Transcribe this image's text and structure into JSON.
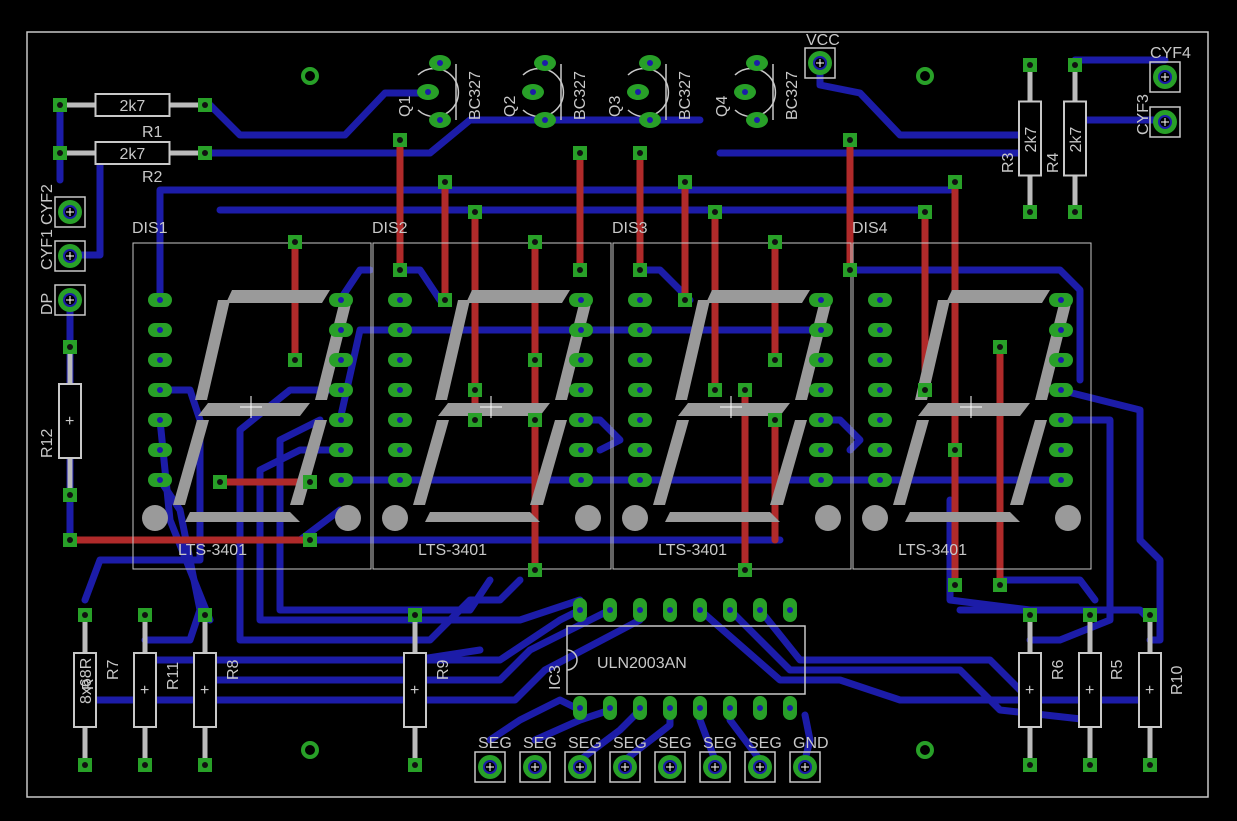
{
  "colors": {
    "background": "#000000",
    "outline": "#c8c8c8",
    "bottom_trace": "#1c1ca8",
    "top_trace": "#b02a2a",
    "pad": "#28a028",
    "silk": "#c8c8c8",
    "segment": "#9a9a9a"
  },
  "displays": [
    {
      "name": "DIS1",
      "part": "LTS-3401"
    },
    {
      "name": "DIS2",
      "part": "LTS-3401"
    },
    {
      "name": "DIS3",
      "part": "LTS-3401"
    },
    {
      "name": "DIS4",
      "part": "LTS-3401"
    }
  ],
  "transistors": [
    {
      "name": "Q1",
      "part": "BC327"
    },
    {
      "name": "Q2",
      "part": "BC327"
    },
    {
      "name": "Q3",
      "part": "BC327"
    },
    {
      "name": "Q4",
      "part": "BC327"
    }
  ],
  "resistors_top": [
    {
      "name": "R1",
      "value": "2k7"
    },
    {
      "name": "R2",
      "value": "2k7"
    },
    {
      "name": "R3",
      "value": "2k7"
    },
    {
      "name": "R4",
      "value": "2k7"
    }
  ],
  "resistors_bottom": [
    "R7",
    "R11",
    "R8",
    "R9",
    "R6",
    "R5",
    "R10"
  ],
  "resistor_network": {
    "name": "R",
    "value": "8x68R"
  },
  "resistor_dp": "R12",
  "ic": {
    "name": "IC3",
    "part": "ULN2003AN"
  },
  "connectors": {
    "vcc": "VCC",
    "cyf1": "CYF1",
    "cyf2": "CYF2",
    "dp": "DP",
    "cyf3": "CYF3",
    "cyf4": "CYF4",
    "segs": [
      "SEG",
      "SEG",
      "SEG",
      "SEG",
      "SEG",
      "SEG",
      "SEG",
      "GND"
    ]
  }
}
